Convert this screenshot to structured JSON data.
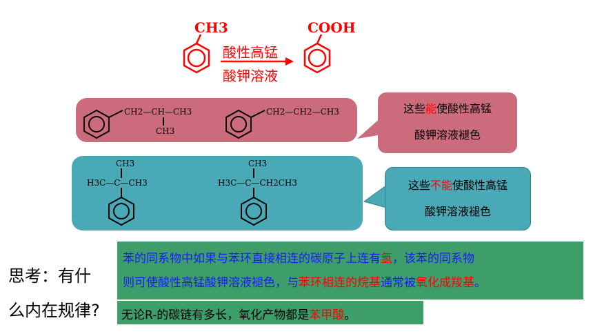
{
  "reaction": {
    "reactant": "CH3",
    "product": "COOH",
    "reagent_top": "酸性高锰",
    "reagent_bottom": "酸钾溶液"
  },
  "pink_panel": {
    "mol1": {
      "main": "CH2—CH—CH3",
      "branch": "CH3"
    },
    "mol2": {
      "main": "CH2—CH2—CH3"
    },
    "bubble": {
      "pre": "这些",
      "highlight": "能",
      "post": "使酸性高锰",
      "line2": "酸钾溶液褪色"
    }
  },
  "teal_panel": {
    "mol1": {
      "top": "CH3",
      "left": "H3C—C—CH3"
    },
    "mol2": {
      "top": "CH3",
      "left": "H3C—C—CH2CH3"
    },
    "bubble": {
      "pre": "这些",
      "highlight": "不能",
      "post": "使酸性高锰",
      "line2": "酸钾溶液褪色"
    }
  },
  "question": {
    "line1": "思考：有什",
    "line2": "么内在规律?"
  },
  "summary": {
    "p1": "苯的同系物中如果与苯环直接相连的碳原子上连有",
    "p1_red": "氢",
    "p1_end": "，该苯的同系物",
    "p2": "则可使酸性高锰酸钾溶液褪色，与",
    "p2_red1": "苯环相连的烷基",
    "p2_mid": "通常被",
    "p2_red2": "氧化成羧基",
    "p2_end": "。",
    "p3": "无论R-的碳链有多长，氧化产物都是",
    "p3_red": "苯甲酸",
    "p3_end": "。"
  },
  "colors": {
    "pink": "#cb6b7c",
    "teal": "#4aa9b6",
    "green": "#3e9e6a",
    "red": "#ff0000",
    "blue": "#1a1aff"
  }
}
